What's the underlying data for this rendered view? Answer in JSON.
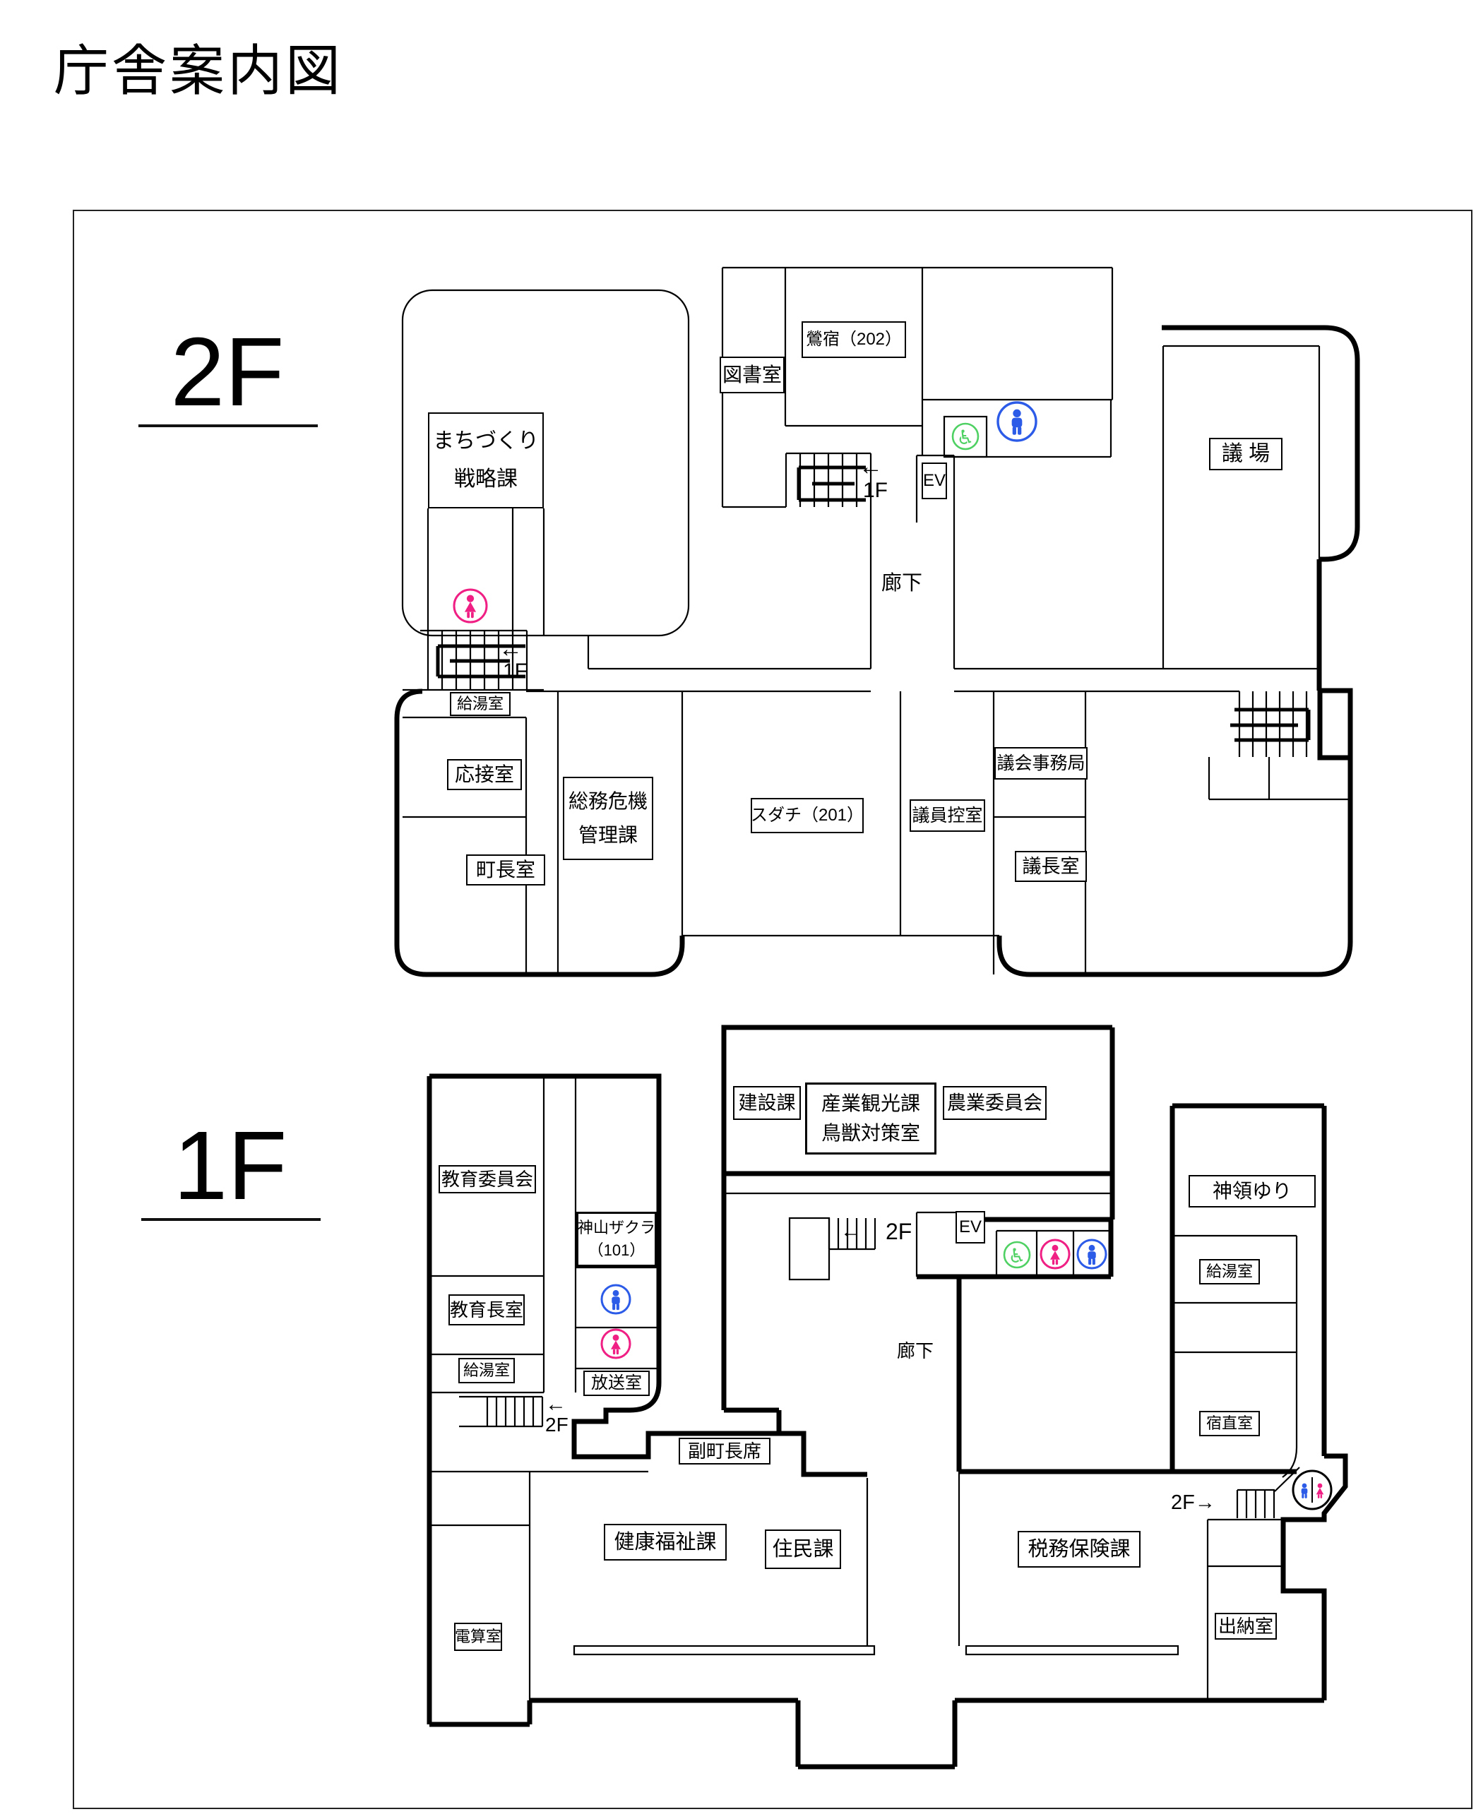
{
  "title": "庁舎案内図",
  "colors": {
    "wall": "#000000",
    "male": "#2c5be8",
    "female": "#ef1f84",
    "wheelchair": "#4ed162"
  },
  "floor2": {
    "label": "2F",
    "rooms": {
      "machizukuri": {
        "line1": "まちづくり",
        "line2": "戦略課"
      },
      "library": "図書室",
      "ohshuku": "鶯宿（202）",
      "chamber": "議 場",
      "elevator": "EV",
      "corridor": "廊下",
      "kyuto": "給湯室",
      "reception": "応接室",
      "mayor": "町長室",
      "somu": {
        "line1": "総務危機",
        "line2": "管理課"
      },
      "sudachi": "スダチ（201）",
      "giin": "議員控室",
      "gikai": "議会事務局",
      "gicho": "議長室"
    },
    "stairs": {
      "left": {
        "arrow": "←",
        "floor": "1F"
      },
      "center": {
        "arrow": "←",
        "floor": "1F"
      }
    },
    "icons": {
      "woman": "women-toilet-icon",
      "wheelchair": "wheelchair-icon",
      "man": "men-toilet-icon"
    }
  },
  "floor1": {
    "label": "1F",
    "rooms": {
      "kyoiku": "教育委員会",
      "kamiyama": {
        "line1": "神山ザクラ",
        "line2": "（101）"
      },
      "kyoikucho": "教育長室",
      "kyuto_left": "給湯室",
      "hoso": "放送室",
      "kensetsu": "建設課",
      "sangyo": {
        "line1": "産業観光課",
        "line2": "鳥獣対策室"
      },
      "nogyo": "農業委員会",
      "elevator": "EV",
      "corridor": "廊下",
      "fukucho": "副町長席",
      "kenko": "健康福祉課",
      "jumin": "住民課",
      "zeimu": "税務保険課",
      "shinryo": "神領ゆり",
      "kyuto_right": "給湯室",
      "shukuchoku": "宿直室",
      "suito": "出納室",
      "densan": "電算室"
    },
    "stairs": {
      "left": {
        "arrow": "←",
        "floor": "2F"
      },
      "center": {
        "arrow": "←",
        "floor": "2F"
      },
      "right": {
        "label": "2F→"
      }
    },
    "icons": {
      "man_left": "men-toilet-icon",
      "woman_left": "women-toilet-icon",
      "wheelchair": "wheelchair-icon",
      "woman": "women-toilet-icon",
      "man": "men-toilet-icon",
      "combined": "unisex-toilet-icon"
    }
  }
}
